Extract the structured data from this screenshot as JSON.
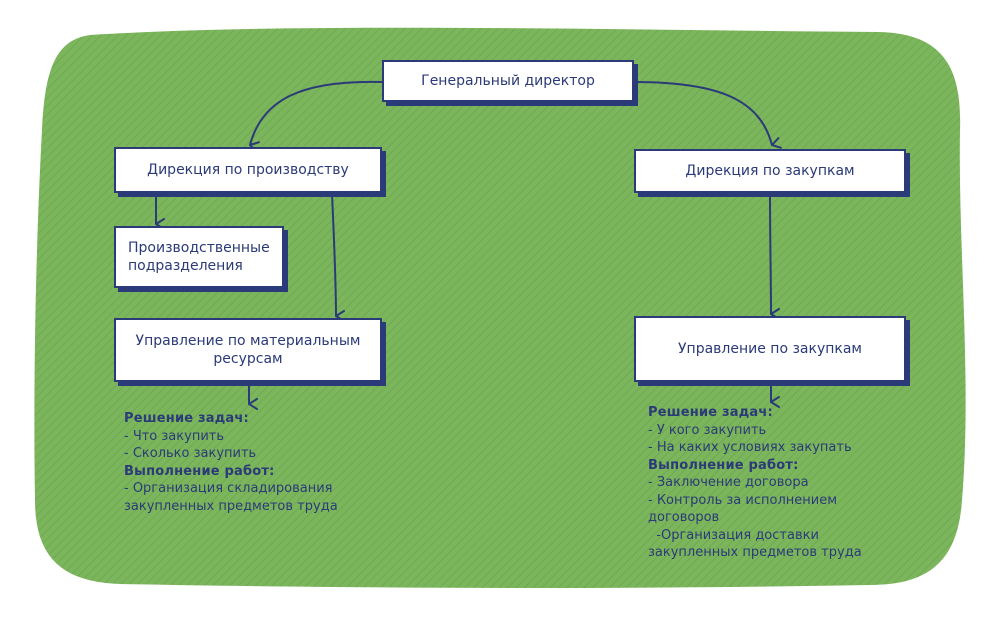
{
  "diagram": {
    "ceo": "Генеральный директор",
    "production_directorate": "Дирекция по производству",
    "procurement_directorate": "Дирекция по закупкам",
    "production_units": [
      "Производственные",
      "подразделения"
    ],
    "material_resources_mgmt": [
      "Управление по материальным",
      "ресурсам"
    ],
    "procurement_mgmt": "Управление по закупкам"
  },
  "left_notes": {
    "tasks_heading": "Решение задач:",
    "tasks": [
      "- Что закупить",
      "- Сколько закупить"
    ],
    "work_heading": "Выполнение работ:",
    "work": [
      "- Организация складирования",
      "закупленных предметов труда"
    ]
  },
  "right_notes": {
    "tasks_heading": "Решение задач:",
    "tasks": [
      "- У кого закупить",
      "- На каких условиях закупать"
    ],
    "work_heading": "Выполнение работ:",
    "work": [
      "- Заключение договора",
      "- Контроль за исполнением",
      "договоров",
      "  -Организация доставки",
      "закупленных предметов труда"
    ]
  },
  "colors": {
    "background_blob": "#7cb65c",
    "stroke": "#2b3a78",
    "box_fill": "#ffffff"
  }
}
